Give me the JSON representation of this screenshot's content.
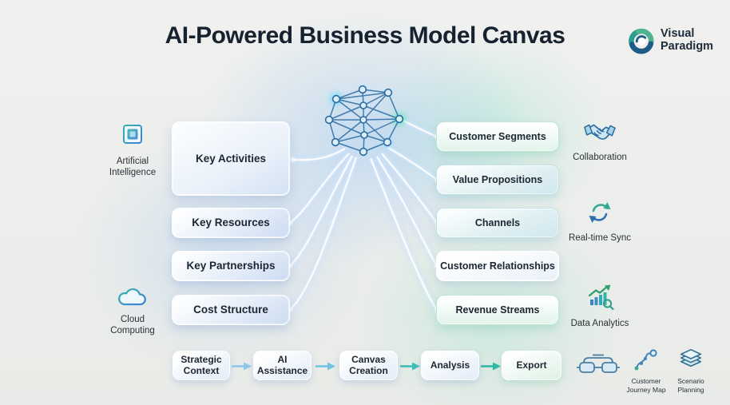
{
  "header": {
    "title": "AI-Powered Business Model Canvas",
    "logo": {
      "line1": "Visual",
      "line2": "Paradigm"
    }
  },
  "side_left": {
    "items": [
      {
        "icon": "ai-chip-icon",
        "label": "Artificial Intelligence"
      },
      {
        "icon": "cloud-icon",
        "label": "Cloud Computing"
      }
    ]
  },
  "canvas": {
    "center_icon": "neural-network-graphic",
    "left_blocks": [
      {
        "label": "Key Activities"
      },
      {
        "label": "Key Resources"
      },
      {
        "label": "Key Partnerships"
      },
      {
        "label": "Cost Structure"
      }
    ],
    "right_blocks": [
      {
        "label": "Customer Segments"
      },
      {
        "label": "Value Propositions"
      },
      {
        "label": "Channels"
      },
      {
        "label": "Customer Relationships"
      },
      {
        "label": "Revenue Streams"
      }
    ]
  },
  "side_right": {
    "items": [
      {
        "icon": "handshake-icon",
        "label": "Collaboration"
      },
      {
        "icon": "sync-arrows-icon",
        "label": "Real-time Sync"
      },
      {
        "icon": "analytics-chart-icon",
        "label": "Data Analytics"
      }
    ]
  },
  "workflow": {
    "steps": [
      {
        "label": "Strategic Context"
      },
      {
        "label": "AI Assistance"
      },
      {
        "label": "Canvas Creation"
      },
      {
        "label": "Analysis"
      },
      {
        "label": "Export"
      }
    ]
  },
  "footer_tools": {
    "items": [
      {
        "icon": "process-diagram-icon",
        "label": ""
      },
      {
        "icon": "journey-map-icon",
        "label": "Customer Journey Map"
      },
      {
        "icon": "layers-icon",
        "label": "Scenario Planning"
      }
    ]
  },
  "colors": {
    "title_text": "#16222f",
    "accent_blue": "#2b6ba3",
    "accent_teal": "#2fa98f",
    "accent_mint": "#bfe4d4",
    "glow_cyan": "#5fd8ff",
    "glow_green": "#5ae6b4",
    "background": "#eef0ee"
  }
}
